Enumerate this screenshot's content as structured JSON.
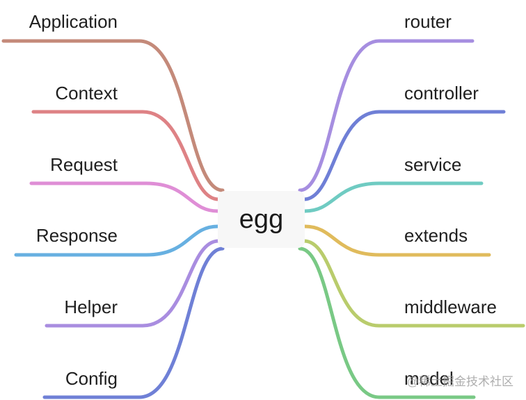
{
  "center": {
    "label": "egg"
  },
  "left_branches": [
    {
      "label": "Application",
      "color": "#c48a7a"
    },
    {
      "label": "Context",
      "color": "#de8285"
    },
    {
      "label": "Request",
      "color": "#df8ed6"
    },
    {
      "label": "Response",
      "color": "#67b0e1"
    },
    {
      "label": "Helper",
      "color": "#a98de0"
    },
    {
      "label": "Config",
      "color": "#6f80d6"
    }
  ],
  "right_branches": [
    {
      "label": "router",
      "color": "#a68ee0"
    },
    {
      "label": "controller",
      "color": "#6f7fd6"
    },
    {
      "label": "service",
      "color": "#6fcbc2"
    },
    {
      "label": "extends",
      "color": "#e0bb5c"
    },
    {
      "label": "middleware",
      "color": "#b9cc6c"
    },
    {
      "label": "model",
      "color": "#79c985"
    }
  ],
  "watermark": "@稀土掘金技术社区"
}
